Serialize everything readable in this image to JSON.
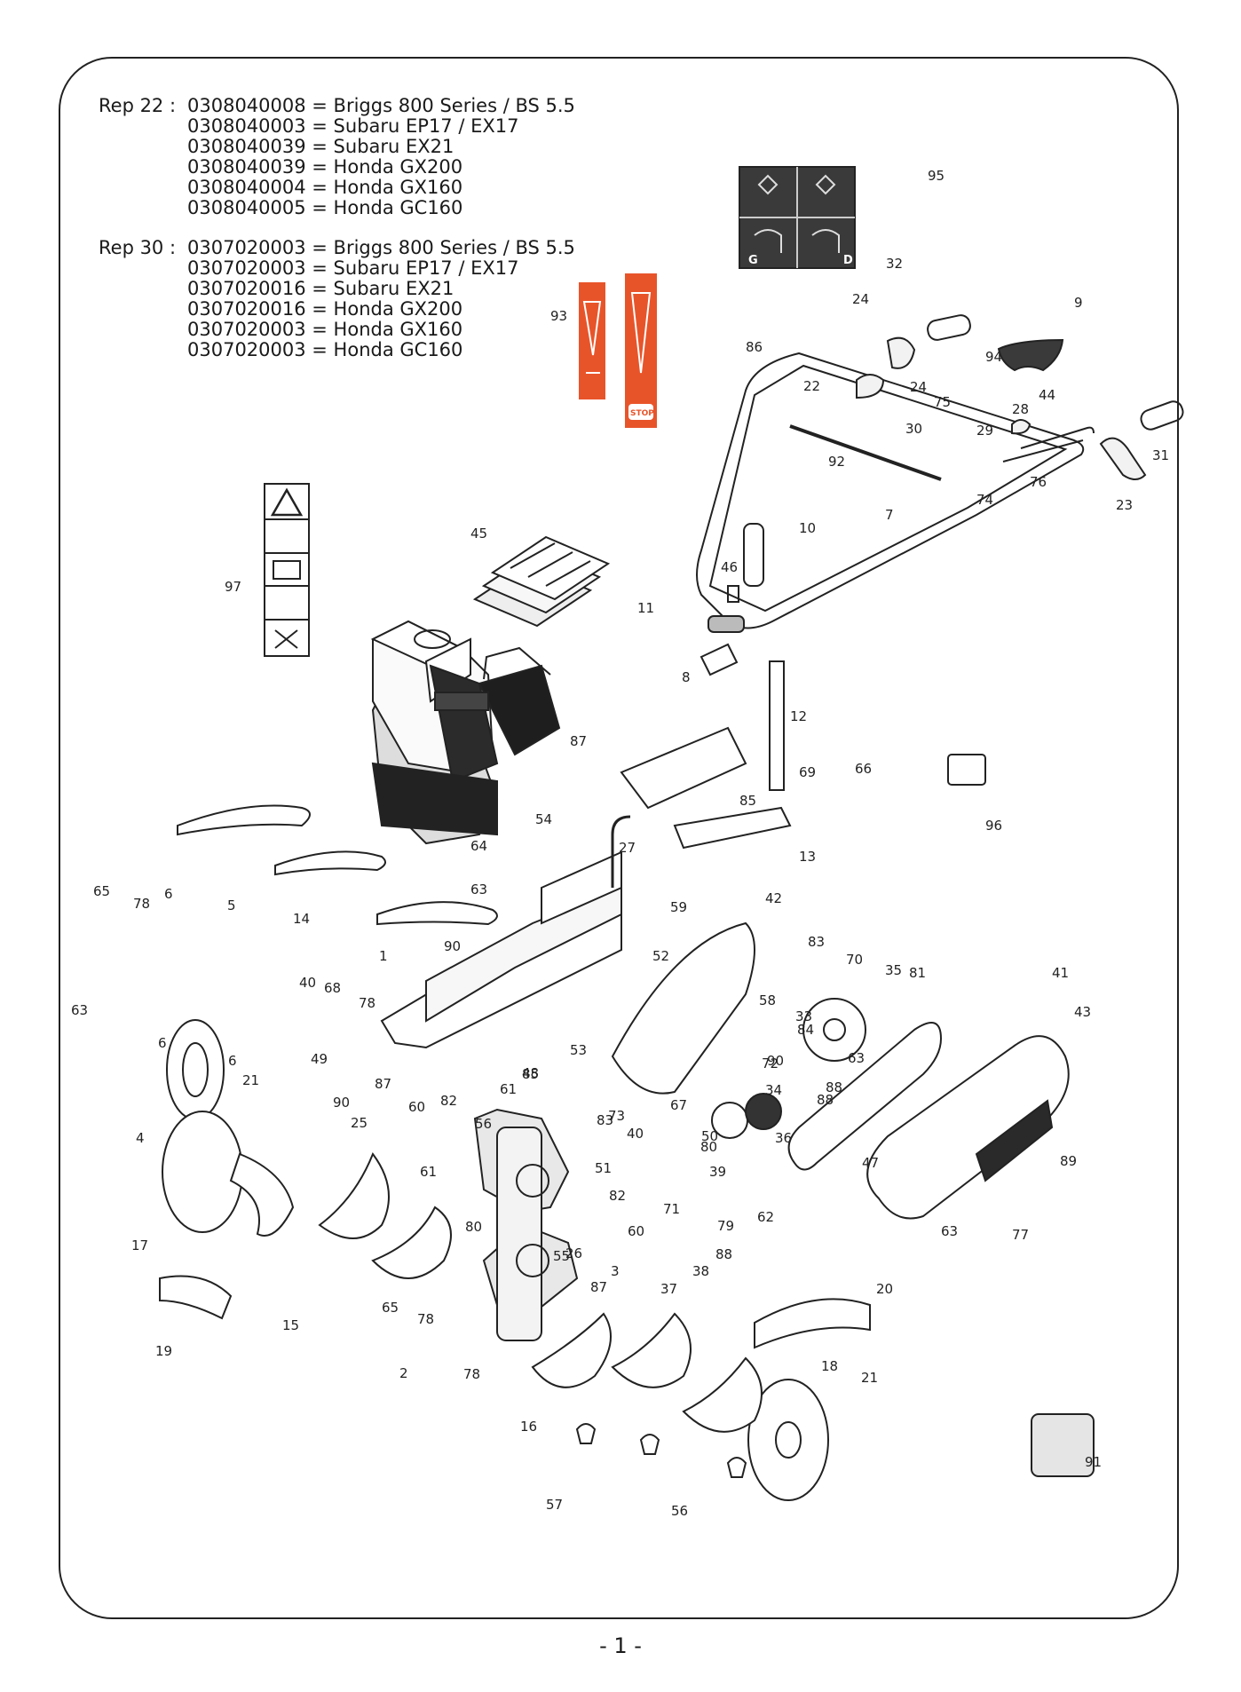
{
  "rep22": {
    "prefix": "Rep 22 :",
    "lines": [
      "0308040008 = Briggs 800 Series / BS 5.5",
      "0308040003 = Subaru EP17 / EX17",
      "0308040039 = Subaru EX21",
      "0308040039 = Honda GX200",
      "0308040004 = Honda GX160",
      "0308040005 = Honda GC160"
    ]
  },
  "rep30": {
    "prefix": "Rep 30 :",
    "lines": [
      "0307020003 = Briggs 800 Series / BS 5.5",
      "0307020003 = Subaru EP17 / EX17",
      "0307020016 = Subaru EX21",
      "0307020016 = Honda GX200",
      "0307020003 = Honda GX160",
      "0307020003 = Honda GC160"
    ]
  },
  "decal_letters": {
    "left": "G",
    "right": "D"
  },
  "stop_text": "STOP",
  "callouts": [
    "95",
    "32",
    "24",
    "9",
    "86",
    "93",
    "94",
    "22",
    "24",
    "75",
    "30",
    "28",
    "44",
    "29",
    "31",
    "92",
    "76",
    "74",
    "23",
    "7",
    "10",
    "46",
    "45",
    "97",
    "11",
    "8",
    "12",
    "66",
    "69",
    "87",
    "85",
    "96",
    "54",
    "27",
    "13",
    "64",
    "63",
    "65",
    "78",
    "6",
    "5",
    "14",
    "59",
    "42",
    "90",
    "1",
    "52",
    "83",
    "70",
    "35",
    "81",
    "41",
    "43",
    "63",
    "68",
    "78",
    "58",
    "33",
    "40",
    "84",
    "6",
    "6",
    "49",
    "87",
    "53",
    "48",
    "90",
    "85",
    "72",
    "34",
    "88",
    "63",
    "4",
    "21",
    "88",
    "90",
    "61",
    "83",
    "73",
    "67",
    "40",
    "50",
    "36",
    "47",
    "89",
    "82",
    "60",
    "25",
    "56",
    "51",
    "80",
    "39",
    "61",
    "82",
    "71",
    "79",
    "62",
    "63",
    "77",
    "17",
    "80",
    "60",
    "55",
    "26",
    "88",
    "3",
    "37",
    "38",
    "87",
    "65",
    "78",
    "15",
    "20",
    "19",
    "2",
    "78",
    "18",
    "21",
    "16",
    "91",
    "57",
    "56"
  ],
  "page_number": "- 1 -"
}
